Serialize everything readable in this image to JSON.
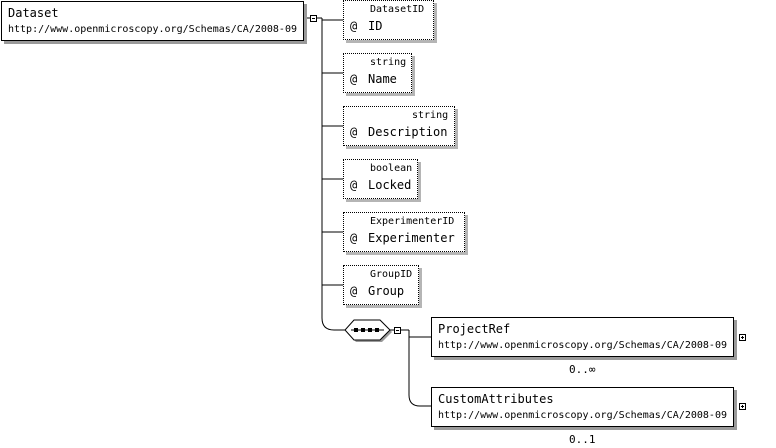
{
  "root": {
    "name": "Dataset",
    "namespace": "http://www.openmicroscopy.org/Schemas/CA/2008-09"
  },
  "attributes": [
    {
      "type": "DatasetID",
      "name": "ID",
      "at": "@"
    },
    {
      "type": "string",
      "name": "Name",
      "at": "@"
    },
    {
      "type": "string",
      "name": "Description",
      "at": "@"
    },
    {
      "type": "boolean",
      "name": "Locked",
      "at": "@"
    },
    {
      "type": "ExperimenterID",
      "name": "Experimenter",
      "at": "@"
    },
    {
      "type": "GroupID",
      "name": "Group",
      "at": "@"
    }
  ],
  "children": [
    {
      "name": "ProjectRef",
      "namespace": "http://www.openmicroscopy.org/Schemas/CA/2008-09",
      "cardinality": "0..∞"
    },
    {
      "name": "CustomAttributes",
      "namespace": "http://www.openmicroscopy.org/Schemas/CA/2008-09",
      "cardinality": "0..1"
    }
  ]
}
